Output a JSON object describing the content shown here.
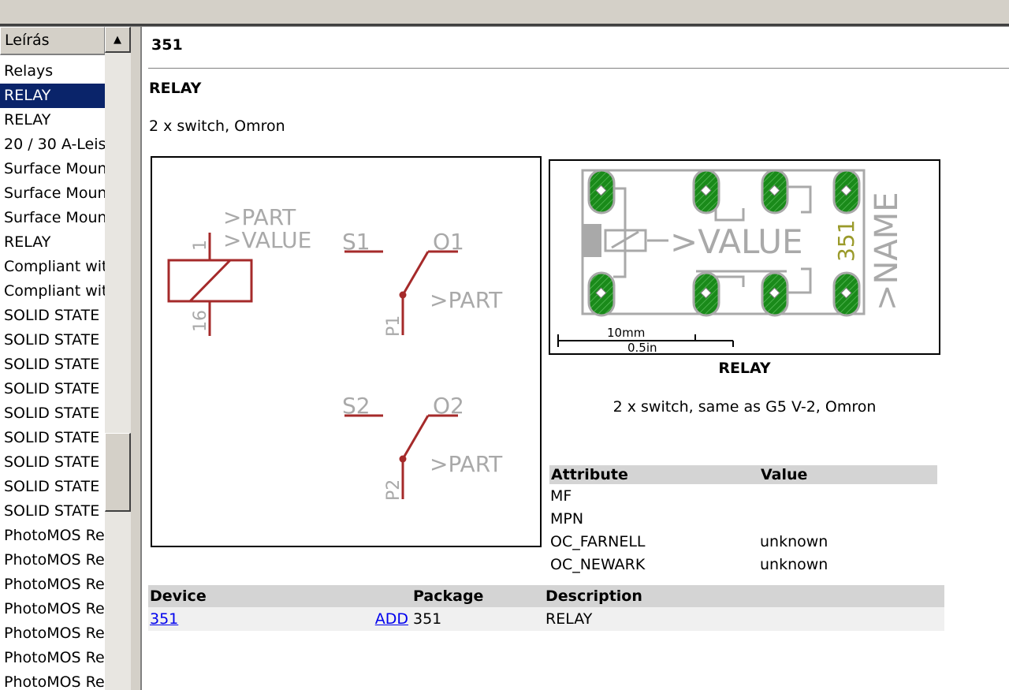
{
  "list": {
    "header": "Leírás",
    "items": [
      {
        "label": "Relays",
        "selected": false
      },
      {
        "label": "RELAY",
        "selected": true
      },
      {
        "label": "RELAY",
        "selected": false
      },
      {
        "label": "20 / 30 A-Leis",
        "selected": false
      },
      {
        "label": "Surface Moun",
        "selected": false
      },
      {
        "label": "Surface Moun",
        "selected": false
      },
      {
        "label": "Surface Moun",
        "selected": false
      },
      {
        "label": "RELAY",
        "selected": false
      },
      {
        "label": "Compliant with",
        "selected": false
      },
      {
        "label": "Compliant with",
        "selected": false
      },
      {
        "label": "SOLID STATE I",
        "selected": false
      },
      {
        "label": "SOLID STATE I",
        "selected": false
      },
      {
        "label": "SOLID STATE I",
        "selected": false
      },
      {
        "label": "SOLID STATE I",
        "selected": false
      },
      {
        "label": "SOLID STATE I",
        "selected": false
      },
      {
        "label": "SOLID STATE I",
        "selected": false
      },
      {
        "label": "SOLID STATE I",
        "selected": false
      },
      {
        "label": "SOLID STATE I",
        "selected": false
      },
      {
        "label": "SOLID STATE I",
        "selected": false
      },
      {
        "label": "PhotoMOS Re",
        "selected": false
      },
      {
        "label": "PhotoMOS Re",
        "selected": false
      },
      {
        "label": "PhotoMOS Re",
        "selected": false
      },
      {
        "label": "PhotoMOS Re",
        "selected": false
      },
      {
        "label": "PhotoMOS Re",
        "selected": false
      },
      {
        "label": "PhotoMOS Re",
        "selected": false
      },
      {
        "label": "PhotoMOS Re",
        "selected": false
      }
    ]
  },
  "device": {
    "title": "351",
    "heading": "RELAY",
    "description": "2 x switch, Omron"
  },
  "schematic": {
    "part": ">PART",
    "value": ">VALUE",
    "pin1": "1",
    "pin16": "16",
    "s1": "S1",
    "o1": "O1",
    "p1": "P1",
    "s2": "S2",
    "o2": "O2",
    "p2": "P2",
    "part2": ">PART",
    "part3": ">PART"
  },
  "package": {
    "value": ">VALUE",
    "name": ">NAME",
    "label351": "351",
    "scale_mm": "10mm",
    "scale_in": "0.5in",
    "title": "RELAY",
    "description": "2 x switch, same as G5 V-2, Omron"
  },
  "attributes": {
    "headers": {
      "attribute": "Attribute",
      "value": "Value"
    },
    "rows": [
      {
        "name": "MF",
        "value": ""
      },
      {
        "name": "MPN",
        "value": ""
      },
      {
        "name": "OC_FARNELL",
        "value": "unknown"
      },
      {
        "name": "OC_NEWARK",
        "value": "unknown"
      }
    ]
  },
  "devices_table": {
    "headers": {
      "device": "Device",
      "package": "Package",
      "description": "Description"
    },
    "row": {
      "device": "351",
      "add": "ADD",
      "package": "351",
      "description": "RELAY"
    }
  },
  "colors": {
    "selection": "#0a246a",
    "schematic_line": "#a52a2a",
    "pad_green": "#1a8a1a",
    "link": "#0000ee"
  }
}
